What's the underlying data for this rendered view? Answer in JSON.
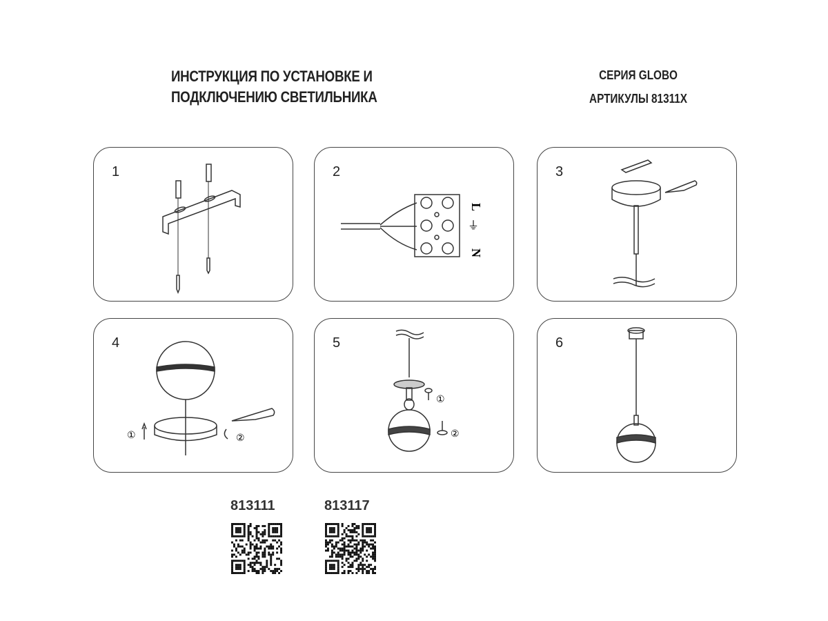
{
  "header": {
    "title_line1": "ИНСТРУКЦИЯ ПО УСТАНОВКЕ И",
    "title_line2": "ПОДКЛЮЧЕНИЮ СВЕТИЛЬНИКА",
    "series": "СЕРИЯ GLOBO",
    "articles": "АРТИКУЛЫ 81311X"
  },
  "steps": [
    {
      "number": "1"
    },
    {
      "number": "2",
      "labels": {
        "live": "L",
        "ground": "⏚",
        "neutral": "N"
      }
    },
    {
      "number": "3"
    },
    {
      "number": "4",
      "markers": [
        "①",
        "②"
      ]
    },
    {
      "number": "5",
      "markers": [
        "①",
        "②"
      ]
    },
    {
      "number": "6"
    }
  ],
  "qr_codes": [
    {
      "code": "813111"
    },
    {
      "code": "813117"
    }
  ]
}
